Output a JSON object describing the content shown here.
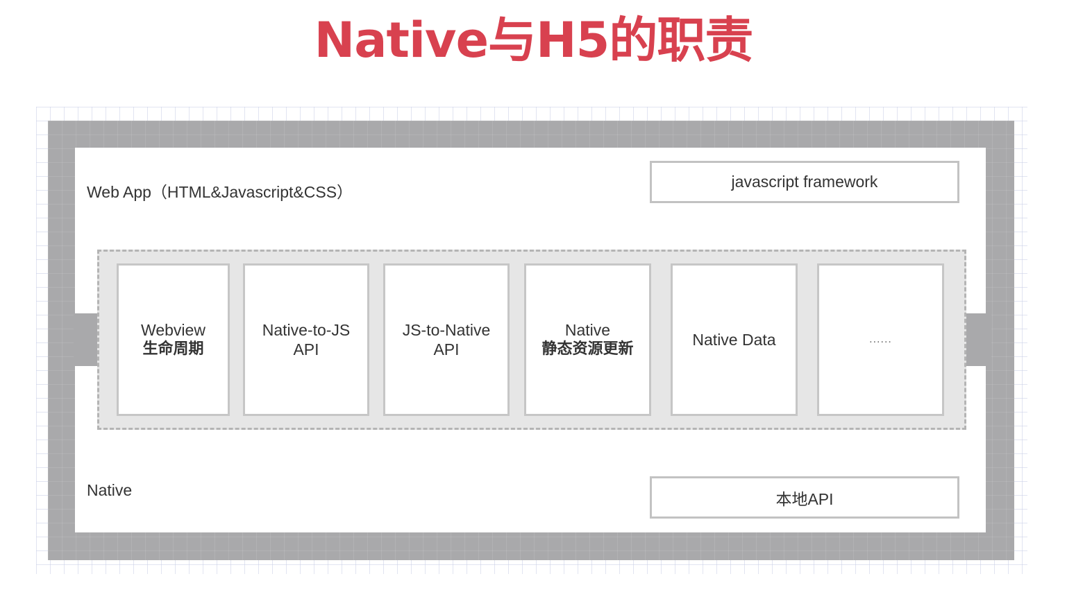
{
  "title": "Native与H5的职责",
  "web_app_label": "Web App（HTML&Javascript&CSS）",
  "js_framework_label": "javascript framework",
  "native_label": "Native",
  "local_api_label": "本地API",
  "modules": [
    {
      "line1": "Webview",
      "line2": "生命周期"
    },
    {
      "line1": "Native-to-JS",
      "line2": "API"
    },
    {
      "line1": "JS-to-Native",
      "line2": "API"
    },
    {
      "line1": "Native",
      "line2": "静态资源更新"
    },
    {
      "line1": "Native Data",
      "line2": ""
    },
    {
      "line1": "......",
      "line2": ""
    }
  ],
  "colors": {
    "title": "#d8414f",
    "frame": "#a9a9ab",
    "module_group_bg": "#e6e6e6"
  }
}
